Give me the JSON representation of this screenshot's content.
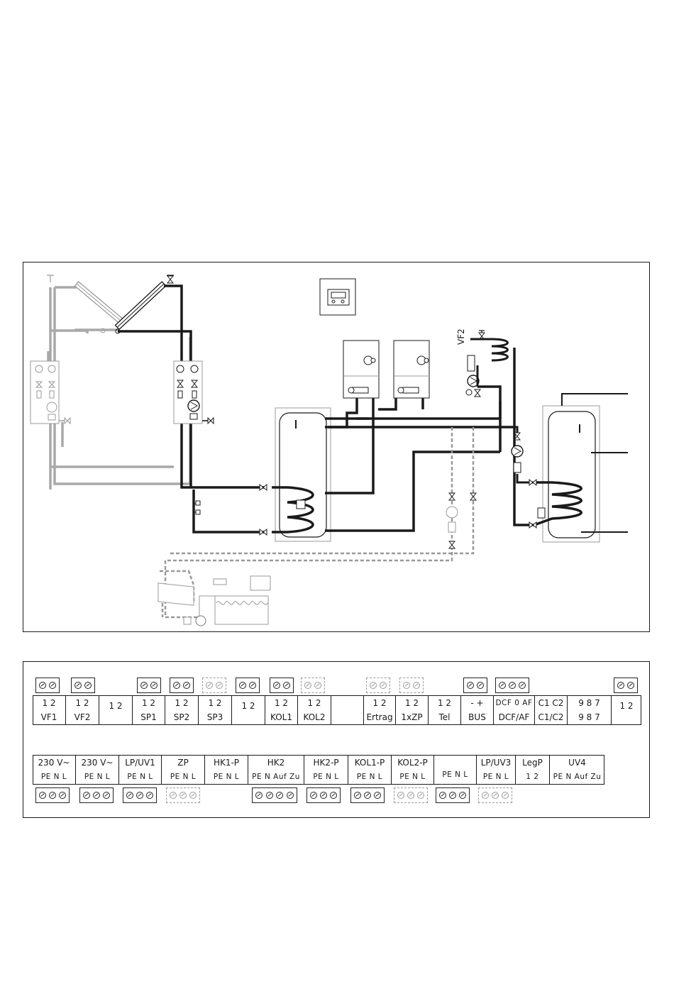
{
  "schema": {
    "sensor_label": "VF2"
  },
  "terminal_block": {
    "top_row": [
      {
        "pins": "1  2",
        "label": "VF1"
      },
      {
        "pins": "1  2",
        "label": "VF2"
      },
      {
        "pins": "1  2",
        "label": ""
      },
      {
        "pins": "1  2",
        "label": "SP1"
      },
      {
        "pins": "1  2",
        "label": "SP2"
      },
      {
        "pins": "1  2",
        "label": "SP3"
      },
      {
        "pins": "1  2",
        "label": ""
      },
      {
        "pins": "1  2",
        "label": "KOL1"
      },
      {
        "pins": "1  2",
        "label": "KOL2"
      },
      {
        "pins": "",
        "label": ""
      },
      {
        "pins": "1  2",
        "label": "Ertrag"
      },
      {
        "pins": "1  2",
        "label": "1xZP"
      },
      {
        "pins": "1  2",
        "label": "Tel"
      },
      {
        "pins": "-   +",
        "label": "BUS"
      },
      {
        "pins": "DCF 0  AF",
        "label": "DCF/AF"
      },
      {
        "pins": "C1  C2",
        "label": "C1/C2"
      },
      {
        "pins": "9  8  7",
        "label": "9  8  7"
      },
      {
        "pins": "1  2",
        "label": ""
      }
    ],
    "bottom_row": [
      {
        "label": "230 V~",
        "pins": "PE  N  L"
      },
      {
        "label": "230 V~",
        "pins": "PE  N  L"
      },
      {
        "label": "LP/UV1",
        "pins": "PE  N  L"
      },
      {
        "label": "ZP",
        "pins": "PE  N  L"
      },
      {
        "label": "HK1-P",
        "pins": "PE  N  L"
      },
      {
        "label": "HK2",
        "pins": "PE N Auf Zu"
      },
      {
        "label": "HK2-P",
        "pins": "PE  N  L"
      },
      {
        "label": "KOL1-P",
        "pins": "PE  N  L"
      },
      {
        "label": "KOL2-P",
        "pins": "PE  N  L"
      },
      {
        "label": "",
        "pins": "PE  N  L"
      },
      {
        "label": "LP/UV3",
        "pins": "PE  N  L"
      },
      {
        "label": "LegP",
        "pins": "1  2"
      },
      {
        "label": "UV4",
        "pins": "PE N Auf Zu"
      }
    ]
  }
}
